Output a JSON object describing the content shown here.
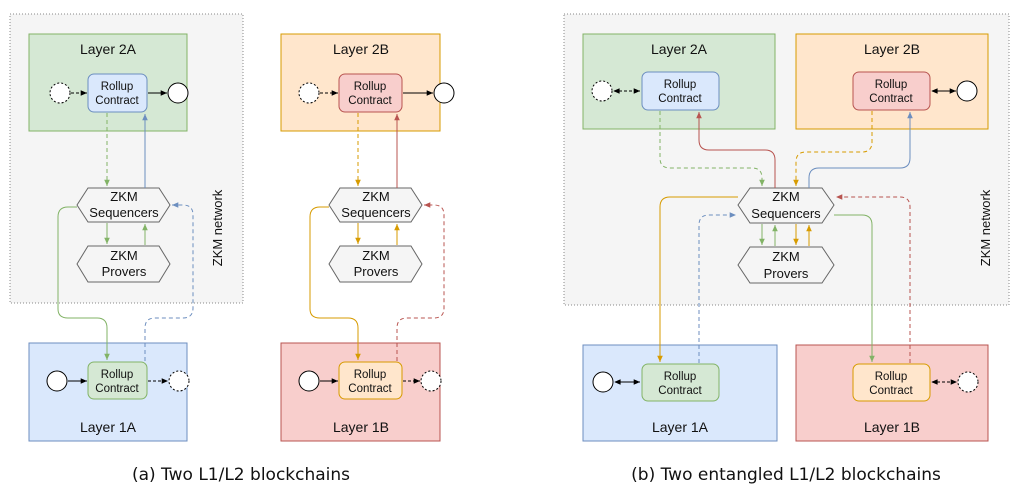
{
  "panel_a": {
    "caption": "(a) Two L1/L2 blockchains",
    "network_label": "ZKM network",
    "layer_2a": "Layer 2A",
    "layer_2b": "Layer 2B",
    "layer_1a": "Layer 1A",
    "layer_1b": "Layer 1B",
    "rollup_line1": "Rollup",
    "rollup_line2": "Contract",
    "sequencers_line1": "ZKM",
    "sequencers_line2": "Sequencers",
    "provers_line1": "ZKM",
    "provers_line2": "Provers"
  },
  "panel_b": {
    "caption": "(b) Two entangled L1/L2 blockchains",
    "network_label": "ZKM network",
    "layer_2a": "Layer 2A",
    "layer_2b": "Layer 2B",
    "layer_1a": "Layer 1A",
    "layer_1b": "Layer 1B",
    "rollup_line1": "Rollup",
    "rollup_line2": "Contract",
    "sequencers_line1": "ZKM",
    "sequencers_line2": "Sequencers",
    "provers_line1": "ZKM",
    "provers_line2": "Provers"
  },
  "colors": {
    "green_fill": "#d5e8d4",
    "green_stroke": "#82b366",
    "orange_fill": "#ffe6cc",
    "orange_stroke": "#d79b00",
    "blue_fill": "#dae8fc",
    "blue_stroke": "#6c8ebf",
    "red_fill": "#f8cecc",
    "red_stroke": "#b85450"
  }
}
